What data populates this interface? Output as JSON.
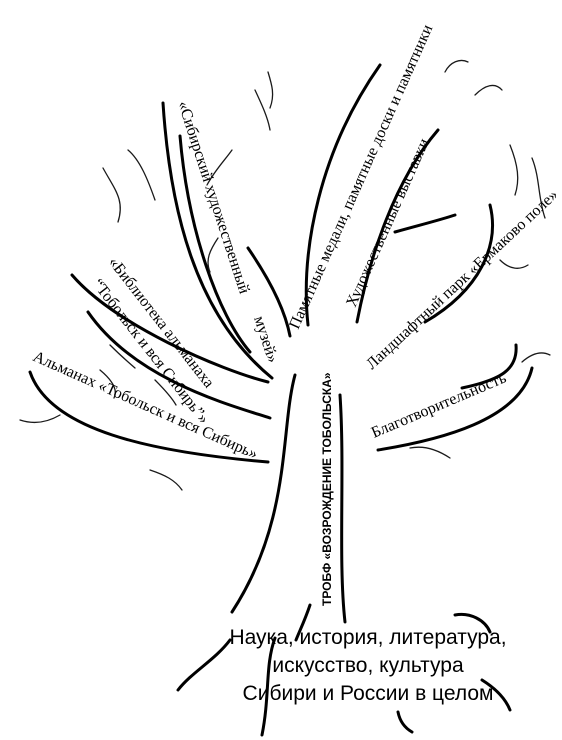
{
  "branches": {
    "almanac": "Альманах «Тобольск и вся Сибирь»",
    "library_line1": "«Библиотека альманаха",
    "library_line2": "“Тобольск и вся Сибирь”»",
    "museum_line1": "«Сибирский художественный",
    "museum_line2": "музей»",
    "medals": "Памятные медали, памятные доски и памятники",
    "exhibitions": "Художественные выставки",
    "park": "Ландшафтный парк «Ермаково поле»",
    "charity": "Благотворительность"
  },
  "trunk": {
    "label": "ТРОБФ «ВОЗРОЖДЕНИЕ ТОБОЛЬСКА»"
  },
  "roots": {
    "line1": "Наука, история, литература,",
    "line2": "искусство, культура",
    "line3": "Сибири и России в целом"
  }
}
